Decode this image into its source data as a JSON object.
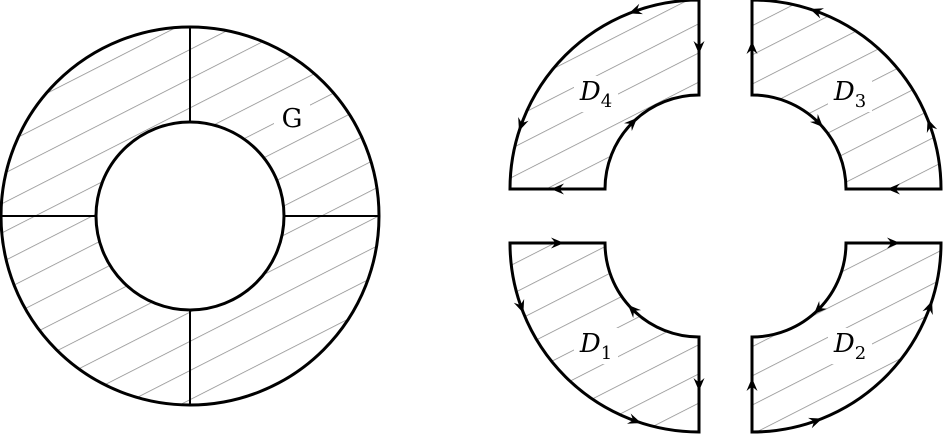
{
  "figure": {
    "annulus_label": "G",
    "pieces": [
      {
        "id": "D1",
        "base": "D",
        "subscript": "1"
      },
      {
        "id": "D2",
        "base": "D",
        "subscript": "2"
      },
      {
        "id": "D3",
        "base": "D",
        "subscript": "3"
      },
      {
        "id": "D4",
        "base": "D",
        "subscript": "4"
      }
    ]
  }
}
